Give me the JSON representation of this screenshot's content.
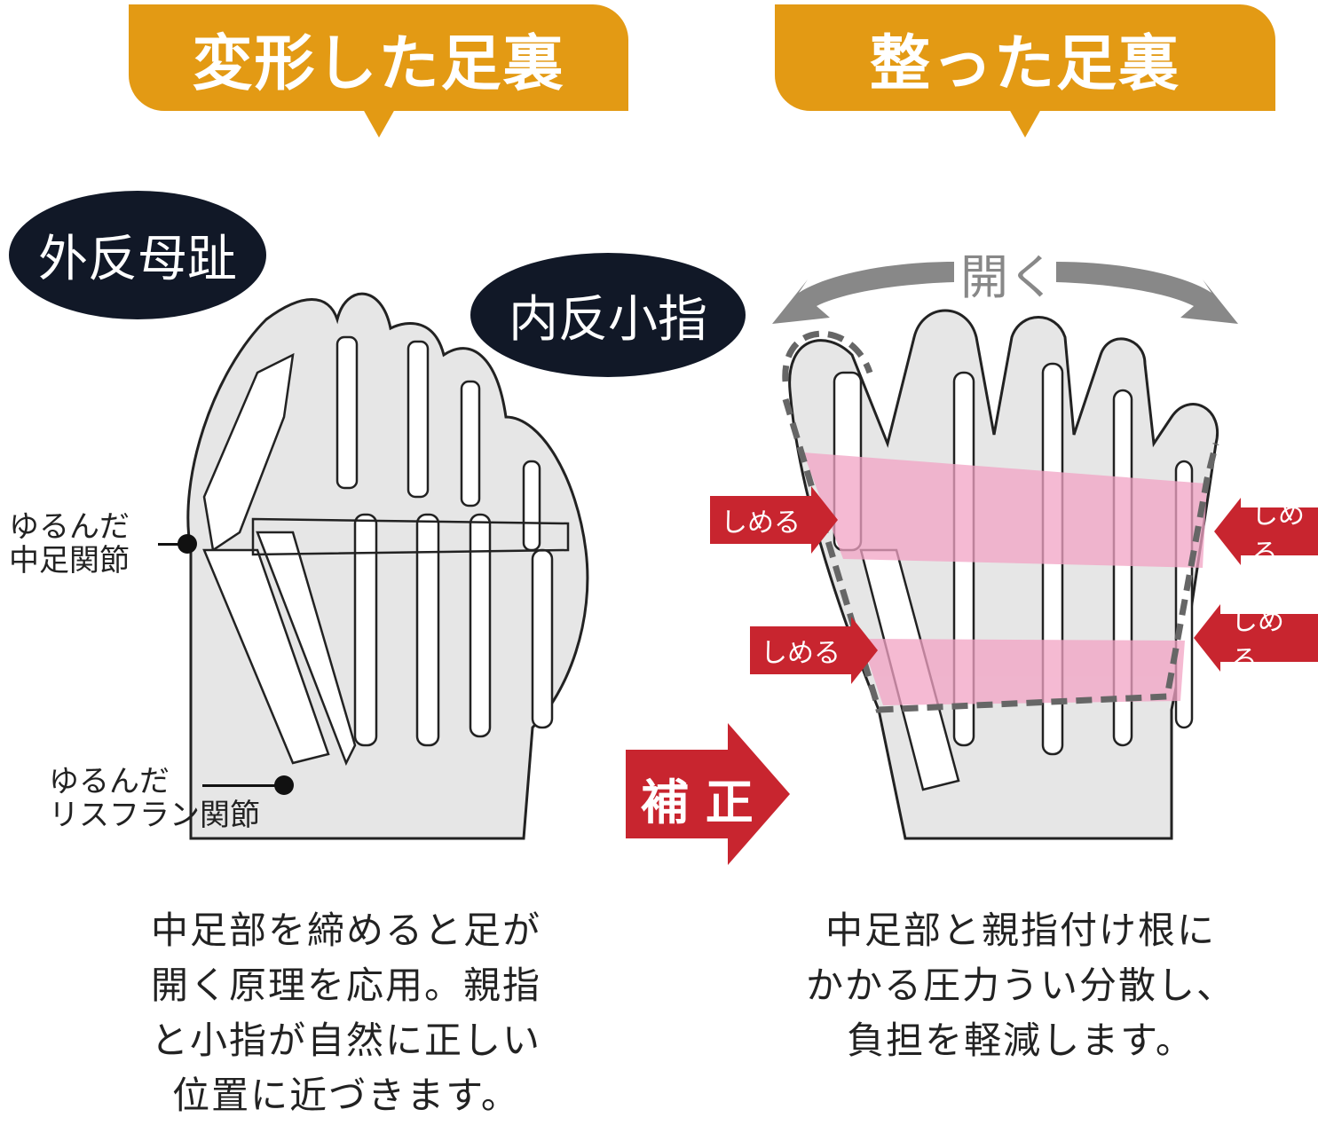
{
  "headers": {
    "left": "変形した足裏",
    "right": "整った足裏"
  },
  "bubbles": {
    "hallux_valgus": "外反母趾",
    "bunionette": "内反小指"
  },
  "labels": {
    "midfoot_joint": [
      "ゆるんだ",
      "中足関節"
    ],
    "lisfranc_joint": [
      "ゆるんだ",
      "リスフラン関節"
    ]
  },
  "right_diagram": {
    "open_label": "開く",
    "tighten_labels": [
      "しめる",
      "しめる",
      "しめる",
      "しめる"
    ]
  },
  "correction_label": "補 正",
  "descriptions": {
    "left": [
      "中足部を締めると足が",
      "開く原理を応用。親指",
      "と小指が自然に正しい",
      "位置に近づきます。"
    ],
    "right": [
      "中足部と親指付け根に",
      "かかる圧力うい分散し、",
      "負担を軽減します。"
    ]
  },
  "colors": {
    "header": "#E39A14",
    "bubble": "#111827",
    "red": "#C8252F",
    "pink": "#F2A3C4",
    "foot": "#E6E6E6"
  }
}
